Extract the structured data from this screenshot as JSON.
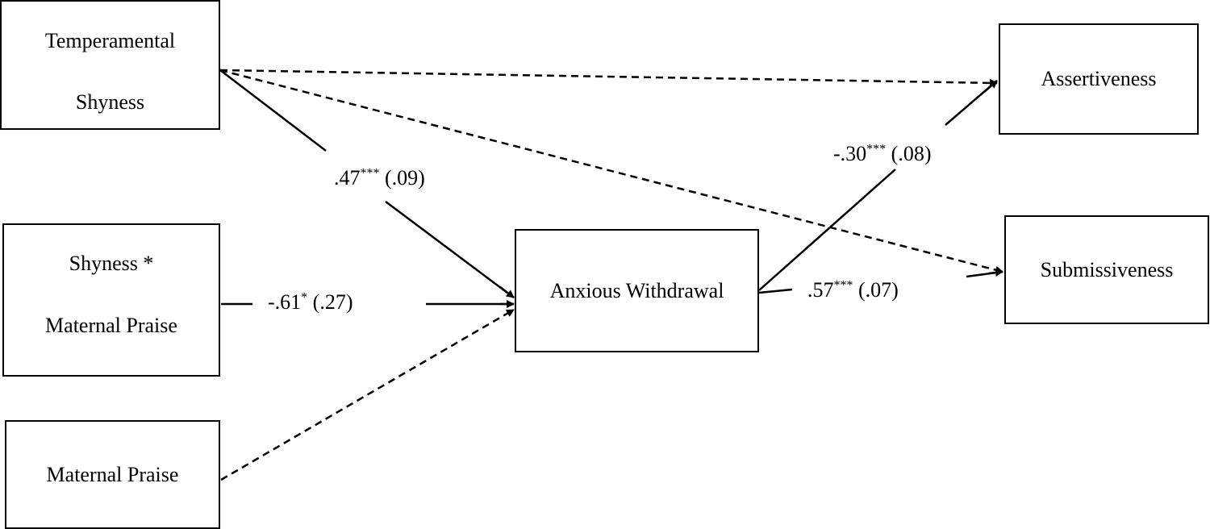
{
  "nodes": {
    "temperamental_shyness": {
      "line1": "Temperamental",
      "line2": "Shyness"
    },
    "interaction": {
      "line1": "Shyness *",
      "line2": "Maternal Praise"
    },
    "maternal_praise": {
      "label": "Maternal Praise"
    },
    "anxious_withdrawal": {
      "label": "Anxious Withdrawal"
    },
    "assertiveness": {
      "label": "Assertiveness"
    },
    "submissiveness": {
      "label": "Submissiveness"
    }
  },
  "paths": [
    {
      "from": "Temperamental Shyness",
      "to": "Anxious Withdrawal",
      "style": "solid",
      "coef": ".47",
      "sig": "***",
      "se": "(.09)"
    },
    {
      "from": "Shyness * Maternal Praise",
      "to": "Anxious Withdrawal",
      "style": "solid",
      "coef": "-.61",
      "sig": "*",
      "se": "(.27)"
    },
    {
      "from": "Maternal Praise",
      "to": "Anxious Withdrawal",
      "style": "dashed"
    },
    {
      "from": "Anxious Withdrawal",
      "to": "Assertiveness",
      "style": "solid",
      "coef": "-.30",
      "sig": "***",
      "se": "(.08)"
    },
    {
      "from": "Anxious Withdrawal",
      "to": "Submissiveness",
      "style": "solid",
      "coef": ".57",
      "sig": "***",
      "se": "(.07)"
    },
    {
      "from": "Temperamental Shyness",
      "to": "Assertiveness",
      "style": "dashed"
    },
    {
      "from": "Temperamental Shyness",
      "to": "Submissiveness",
      "style": "dashed"
    }
  ],
  "colors": {
    "stroke": "#000000",
    "background": "#ffffff"
  }
}
